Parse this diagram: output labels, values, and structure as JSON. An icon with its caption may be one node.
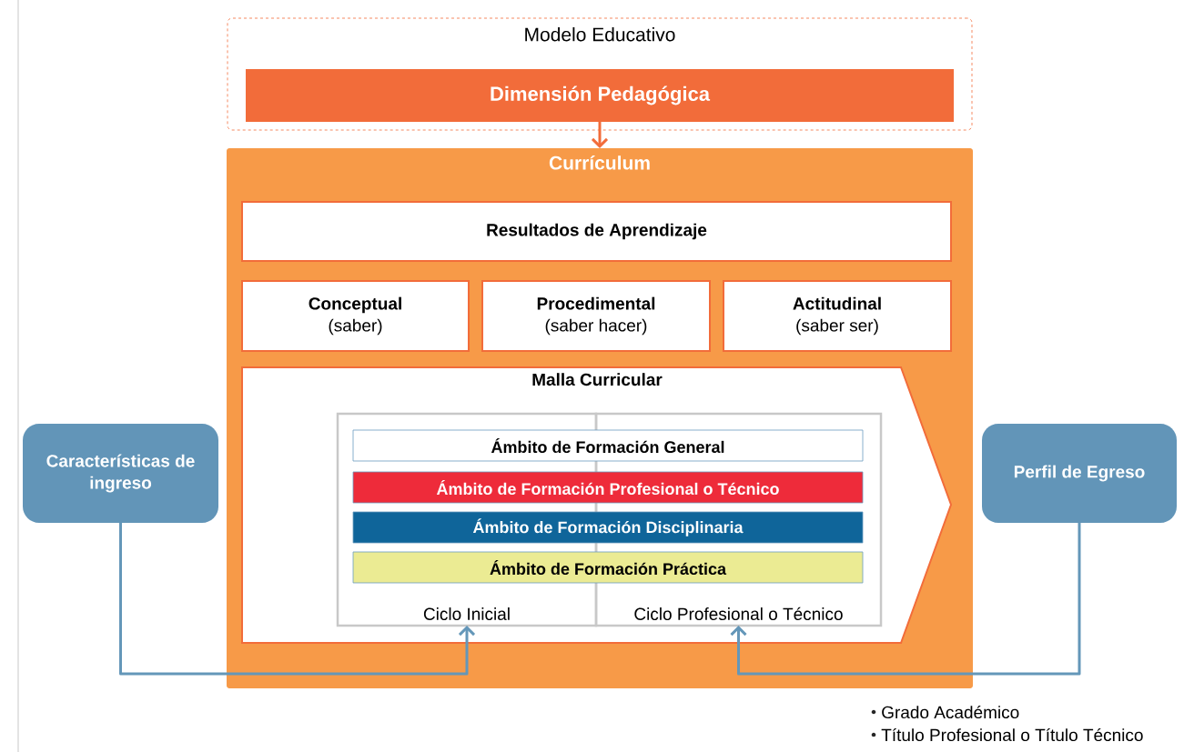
{
  "diagram": {
    "nodes": [
      {
        "text": [
          "Modelo Educativo"
        ]
      },
      {
        "text": [
          "Dimensión Pedagógica"
        ],
        "in": 0
      },
      {
        "text": [
          "Currículum"
        ]
      },
      {
        "text": [
          "Resultados de Aprendizaje"
        ],
        "in": 2
      },
      {
        "text": [
          "Conceptual",
          "(saber)"
        ],
        "in": 2
      },
      {
        "text": [
          "Procedimental",
          "(saber hacer)"
        ],
        "in": 2
      },
      {
        "text": [
          "Actitudinal",
          "(saber ser)"
        ],
        "in": 2
      },
      {
        "text": [
          "Malla Curricular"
        ],
        "in": 2
      },
      {
        "text": [
          "Ciclo Inicial"
        ],
        "in": 7
      },
      {
        "text": [
          "Ciclo Profesional o Técnico"
        ],
        "in": 7
      },
      {
        "text": [
          "Ámbito de Formación General"
        ],
        "in": 7
      },
      {
        "text": [
          "Ámbito de Formación Profesional o Técnico"
        ],
        "in": 7
      },
      {
        "text": [
          "Ámbito de Formación Disciplinaria"
        ],
        "in": 7
      },
      {
        "text": [
          "Ámbito de Formación Práctica"
        ],
        "in": 7
      },
      {
        "text": [
          "Características de ingreso"
        ]
      },
      {
        "text": [
          "Perfil de Egreso"
        ],
        "beside": [
          "Grado Académico",
          "Título Profesional o Título Técnico"
        ]
      }
    ],
    "edges": [
      {
        "from": 1,
        "to": 2,
        "arrow": "to",
        "color": "#f26c3a"
      },
      {
        "from": 14,
        "to": 8,
        "arrow": "to",
        "color": "#6497b9"
      },
      {
        "from": 15,
        "to": 9,
        "arrow": "to",
        "color": "#6497b9"
      }
    ]
  }
}
